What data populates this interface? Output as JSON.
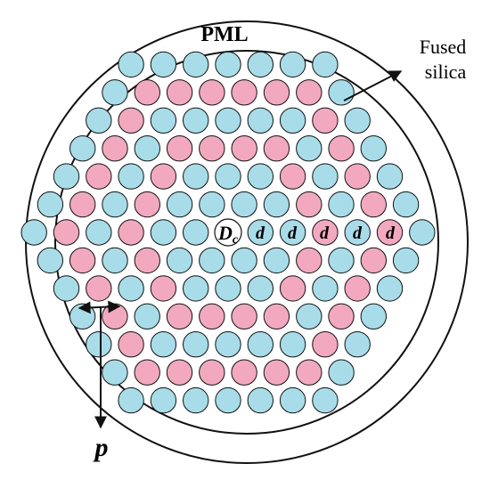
{
  "labels": {
    "pml": "PML",
    "fused_silica": [
      "Fused",
      "silica"
    ],
    "core_symbol": "D",
    "core_subscript": "c",
    "hole_diameter": "d",
    "pitch": "p"
  },
  "structure": {
    "ring_count": 6,
    "ring_materials": [
      "blue",
      "blue",
      "pink",
      "blue",
      "pink",
      "blue"
    ],
    "labeled_holes": [
      "blue",
      "pink",
      "blue",
      "pink",
      "blue"
    ]
  },
  "colors": {
    "blue_hole": "#a8dce9",
    "pink_hole": "#f2a9c0",
    "outline": "#111111",
    "background": "#ffffff"
  }
}
